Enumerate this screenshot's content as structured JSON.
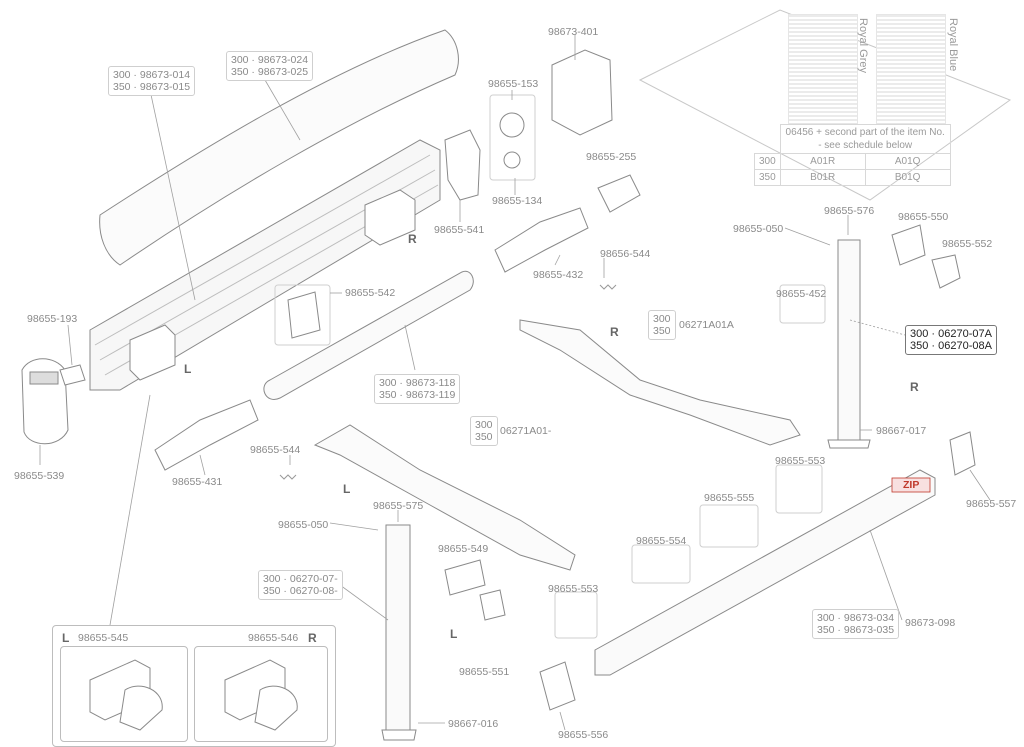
{
  "labels": {
    "l_014": "300 · 98673-014",
    "l_015": "350 · 98673-015",
    "l_024": "300 · 98673-024",
    "l_025": "350 · 98673-025",
    "l_401": "98673-401",
    "l_153": "98655-153",
    "l_134": "98655-134",
    "l_255": "98655-255",
    "l_541": "98655-541",
    "l_432": "98655-432",
    "l_544a": "98656-544",
    "l_542": "98655-542",
    "l_193": "98655-193",
    "l_539": "98655-539",
    "l_118": "300 · 98673-118",
    "l_119": "350 · 98673-119",
    "l_431": "98655-431",
    "l_544b": "98655-544",
    "l_a01_300": "300",
    "l_a01_350": "350",
    "l_a01": "06271A01A",
    "l_a01b_300": "300",
    "l_a01b_350": "350",
    "l_a01b": "06271A01-",
    "l_576": "98655-576",
    "l_050a": "98655-050",
    "l_550": "98655-550",
    "l_552": "98655-552",
    "l_452": "98655-452",
    "l_07a": "300 · 06270-07A",
    "l_08a": "350 · 06270-08A",
    "l_017": "98667-017",
    "l_553a": "98655-553",
    "l_557": "98655-557",
    "l_555": "98655-555",
    "l_554": "98655-554",
    "l_575": "98655-575",
    "l_050b": "98655-050",
    "l_549": "98655-549",
    "l_07": "300 · 06270-07-",
    "l_08": "350 · 06270-08-",
    "l_553b": "98655-553",
    "l_551": "98655-551",
    "l_034": "300 · 98673-034",
    "l_035": "350 · 98673-035",
    "l_098": "98673-098",
    "l_545": "98655-545",
    "l_546": "98655-546",
    "l_016": "98667-016",
    "l_556": "98655-556",
    "zip": "ZIP"
  },
  "sides": {
    "r1": "R",
    "r2": "R",
    "r3": "R",
    "r4": "R",
    "l1": "L",
    "l2": "L",
    "l3": "L",
    "l4": "L"
  },
  "fabric": {
    "grey": "Royal Grey",
    "blue": "Royal Blue"
  },
  "schedule": {
    "header": "06456 + second part of the item No.",
    "header2": "- see schedule below",
    "r300": "300",
    "r300_a": "A01R",
    "r300_b": "A01Q",
    "r350": "350",
    "r350_a": "B01R",
    "r350_b": "B01Q"
  },
  "colors": {
    "line": "#8a8a8a",
    "label": "#8a8a8a",
    "accent": "#c0392b"
  }
}
